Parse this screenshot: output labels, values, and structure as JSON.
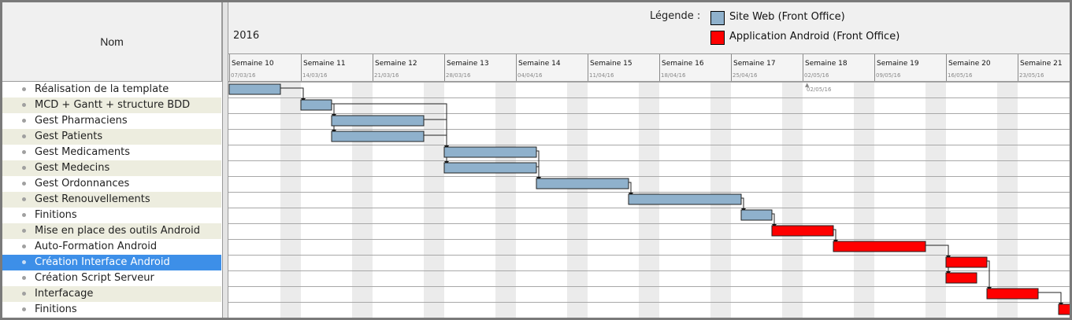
{
  "header": {
    "name_column": "Nom",
    "year": "2016",
    "legend_title": "Légende :"
  },
  "legend": [
    {
      "label": "Site Web (Front Office)",
      "color": "#8fb1cc"
    },
    {
      "label": "Application Android (Front Office)",
      "color": "#ff0000"
    }
  ],
  "weeks": [
    {
      "label": "Semaine 10",
      "date": "07/03/16"
    },
    {
      "label": "Semaine 11",
      "date": "14/03/16"
    },
    {
      "label": "Semaine 12",
      "date": "21/03/16"
    },
    {
      "label": "Semaine 13",
      "date": "28/03/16"
    },
    {
      "label": "Semaine 14",
      "date": "04/04/16"
    },
    {
      "label": "Semaine 15",
      "date": "11/04/16"
    },
    {
      "label": "Semaine 16",
      "date": "18/04/16"
    },
    {
      "label": "Semaine 17",
      "date": "25/04/16"
    },
    {
      "label": "Semaine 18",
      "date": "02/05/16"
    },
    {
      "label": "Semaine 19",
      "date": "09/05/16"
    },
    {
      "label": "Semaine 20",
      "date": "16/05/16"
    },
    {
      "label": "Semaine 21",
      "date": "23/05/16"
    }
  ],
  "milestone": {
    "label": "02/05/16"
  },
  "tasks": [
    {
      "name": "Réalisation de la template",
      "start": "2016-03-07",
      "end": "2016-03-12",
      "type": "web"
    },
    {
      "name": "MCD + Gantt + structure BDD",
      "start": "2016-03-14",
      "end": "2016-03-17",
      "type": "web"
    },
    {
      "name": "Gest Pharmaciens",
      "start": "2016-03-17",
      "end": "2016-03-26",
      "type": "web"
    },
    {
      "name": "Gest Patients",
      "start": "2016-03-17",
      "end": "2016-03-26",
      "type": "web"
    },
    {
      "name": "Gest Medicaments",
      "start": "2016-03-28",
      "end": "2016-04-06",
      "type": "web"
    },
    {
      "name": "Gest Medecins",
      "start": "2016-03-28",
      "end": "2016-04-06",
      "type": "web"
    },
    {
      "name": "Gest Ordonnances",
      "start": "2016-04-06",
      "end": "2016-04-15",
      "type": "web"
    },
    {
      "name": "Gest Renouvellements",
      "start": "2016-04-15",
      "end": "2016-04-26",
      "type": "web"
    },
    {
      "name": "Finitions",
      "start": "2016-04-26",
      "end": "2016-04-29",
      "type": "web"
    },
    {
      "name": "Mise en place des outils Android",
      "start": "2016-04-29",
      "end": "2016-05-05",
      "type": "android"
    },
    {
      "name": "Auto-Formation Android",
      "start": "2016-05-05",
      "end": "2016-05-14",
      "type": "android"
    },
    {
      "name": "Création Interface Android",
      "start": "2016-05-16",
      "end": "2016-05-20",
      "type": "android",
      "selected": true
    },
    {
      "name": "Création Script Serveur",
      "start": "2016-05-16",
      "end": "2016-05-19",
      "type": "android"
    },
    {
      "name": "Interfacage",
      "start": "2016-05-20",
      "end": "2016-05-25",
      "type": "android"
    },
    {
      "name": "Finitions",
      "start": "2016-05-27",
      "end": "2016-05-31",
      "type": "android"
    }
  ],
  "dependencies": [
    [
      0,
      1
    ],
    [
      1,
      2
    ],
    [
      1,
      3
    ],
    [
      1,
      4
    ],
    [
      2,
      4
    ],
    [
      3,
      5
    ],
    [
      4,
      6
    ],
    [
      5,
      6
    ],
    [
      6,
      7
    ],
    [
      7,
      8
    ],
    [
      8,
      9
    ],
    [
      9,
      10
    ],
    [
      10,
      11
    ],
    [
      10,
      12
    ],
    [
      11,
      13
    ],
    [
      13,
      14
    ]
  ]
}
